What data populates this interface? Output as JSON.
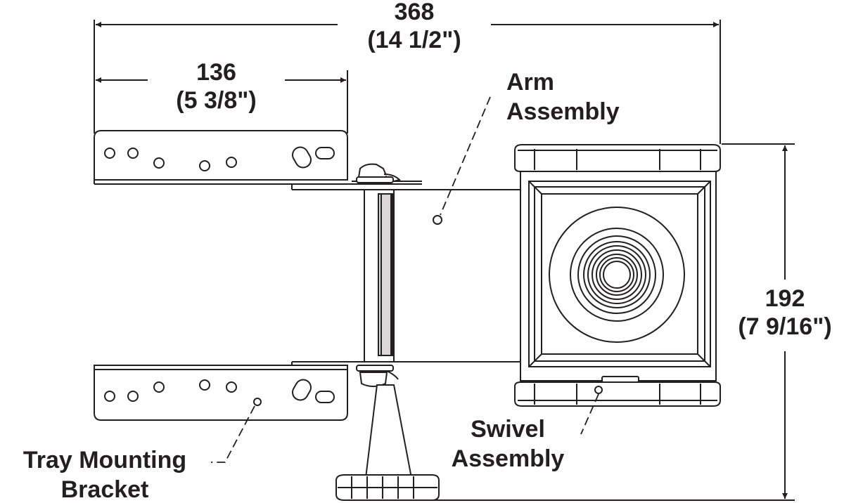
{
  "dimensions": {
    "overall_width": {
      "mm": "368",
      "inch": "(14 1/2\")"
    },
    "bracket_width": {
      "mm": "136",
      "inch": "(5 3/8\")"
    },
    "overall_depth": {
      "mm": "192",
      "inch": "(7 9/16\")"
    }
  },
  "callouts": {
    "arm_assembly": {
      "line1": "Arm",
      "line2": "Assembly"
    },
    "swivel_assembly": {
      "line1": "Swivel",
      "line2": "Assembly"
    },
    "tray_mounting_bracket": {
      "line1": "Tray Mounting",
      "line2": "Bracket"
    }
  },
  "colors": {
    "ink": "#231f20",
    "fill": "#ffffff",
    "shade": "#d8d8d8"
  }
}
